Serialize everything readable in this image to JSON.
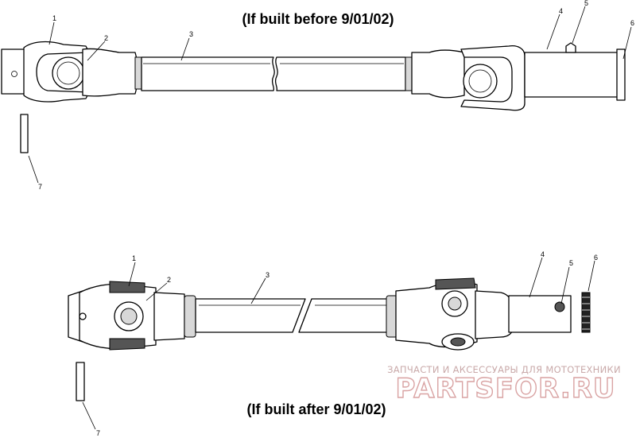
{
  "diagram": {
    "caption_top": "(If built before 9/01/02)",
    "caption_bottom": "(If built after 9/01/02)",
    "callouts_top": [
      "1",
      "2",
      "3",
      "4",
      "5",
      "6",
      "7"
    ],
    "callouts_bottom": [
      "1",
      "2",
      "3",
      "4",
      "5",
      "6",
      "7"
    ]
  },
  "watermark": {
    "tagline": "ЗАПЧАСТИ И АКСЕССУАРЫ ДЛЯ МОТОТЕХНИКИ",
    "logo": "PARTSFOR.RU",
    "color": "#d9a3a3"
  }
}
